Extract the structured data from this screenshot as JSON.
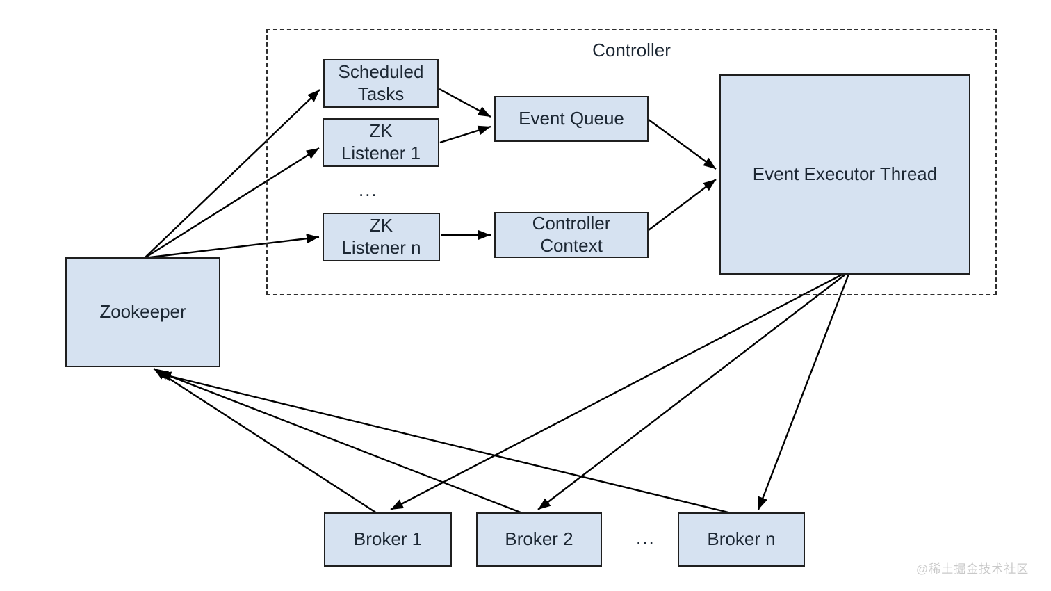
{
  "diagram": {
    "container": {
      "label": "Controller"
    },
    "nodes": {
      "zookeeper": {
        "label": "Zookeeper"
      },
      "scheduled_tasks": {
        "label": [
          "Scheduled",
          "Tasks"
        ]
      },
      "zk_listener_1": {
        "label": [
          "ZK",
          "Listener 1"
        ]
      },
      "zk_listener_n": {
        "label": [
          "ZK",
          "Listener n"
        ]
      },
      "event_queue": {
        "label": "Event Queue"
      },
      "controller_context": {
        "label": [
          "Controller",
          "Context"
        ]
      },
      "event_executor_thread": {
        "label": "Event Executor Thread"
      },
      "broker_1": {
        "label": "Broker 1"
      },
      "broker_2": {
        "label": "Broker 2"
      },
      "broker_n": {
        "label": "Broker n"
      },
      "listeners_ellipsis": "...",
      "brokers_ellipsis": "..."
    },
    "edges": [
      {
        "from": "Zookeeper",
        "to": "Scheduled Tasks"
      },
      {
        "from": "Zookeeper",
        "to": "ZK Listener 1"
      },
      {
        "from": "Zookeeper",
        "to": "ZK Listener n"
      },
      {
        "from": "Scheduled Tasks",
        "to": "Event Queue"
      },
      {
        "from": "ZK Listener 1",
        "to": "Event Queue"
      },
      {
        "from": "ZK Listener n",
        "to": "Controller Context"
      },
      {
        "from": "Event Queue",
        "to": "Event Executor Thread"
      },
      {
        "from": "Controller Context",
        "to": "Event Executor Thread"
      },
      {
        "from": "Event Executor Thread",
        "to": "Broker 1"
      },
      {
        "from": "Event Executor Thread",
        "to": "Broker 2"
      },
      {
        "from": "Event Executor Thread",
        "to": "Broker n"
      },
      {
        "from": "Broker 1",
        "to": "Zookeeper"
      },
      {
        "from": "Broker 2",
        "to": "Zookeeper"
      },
      {
        "from": "Broker n",
        "to": "Zookeeper"
      }
    ],
    "colors": {
      "node_fill": "#d6e2f1",
      "node_border": "#1f1f1f",
      "container_border": "#2e2e2e",
      "arrow": "#000000",
      "text": "#1c2733",
      "watermark": "#c9c9c9",
      "background": "#ffffff"
    },
    "watermark": "@稀土掘金技术社区"
  }
}
